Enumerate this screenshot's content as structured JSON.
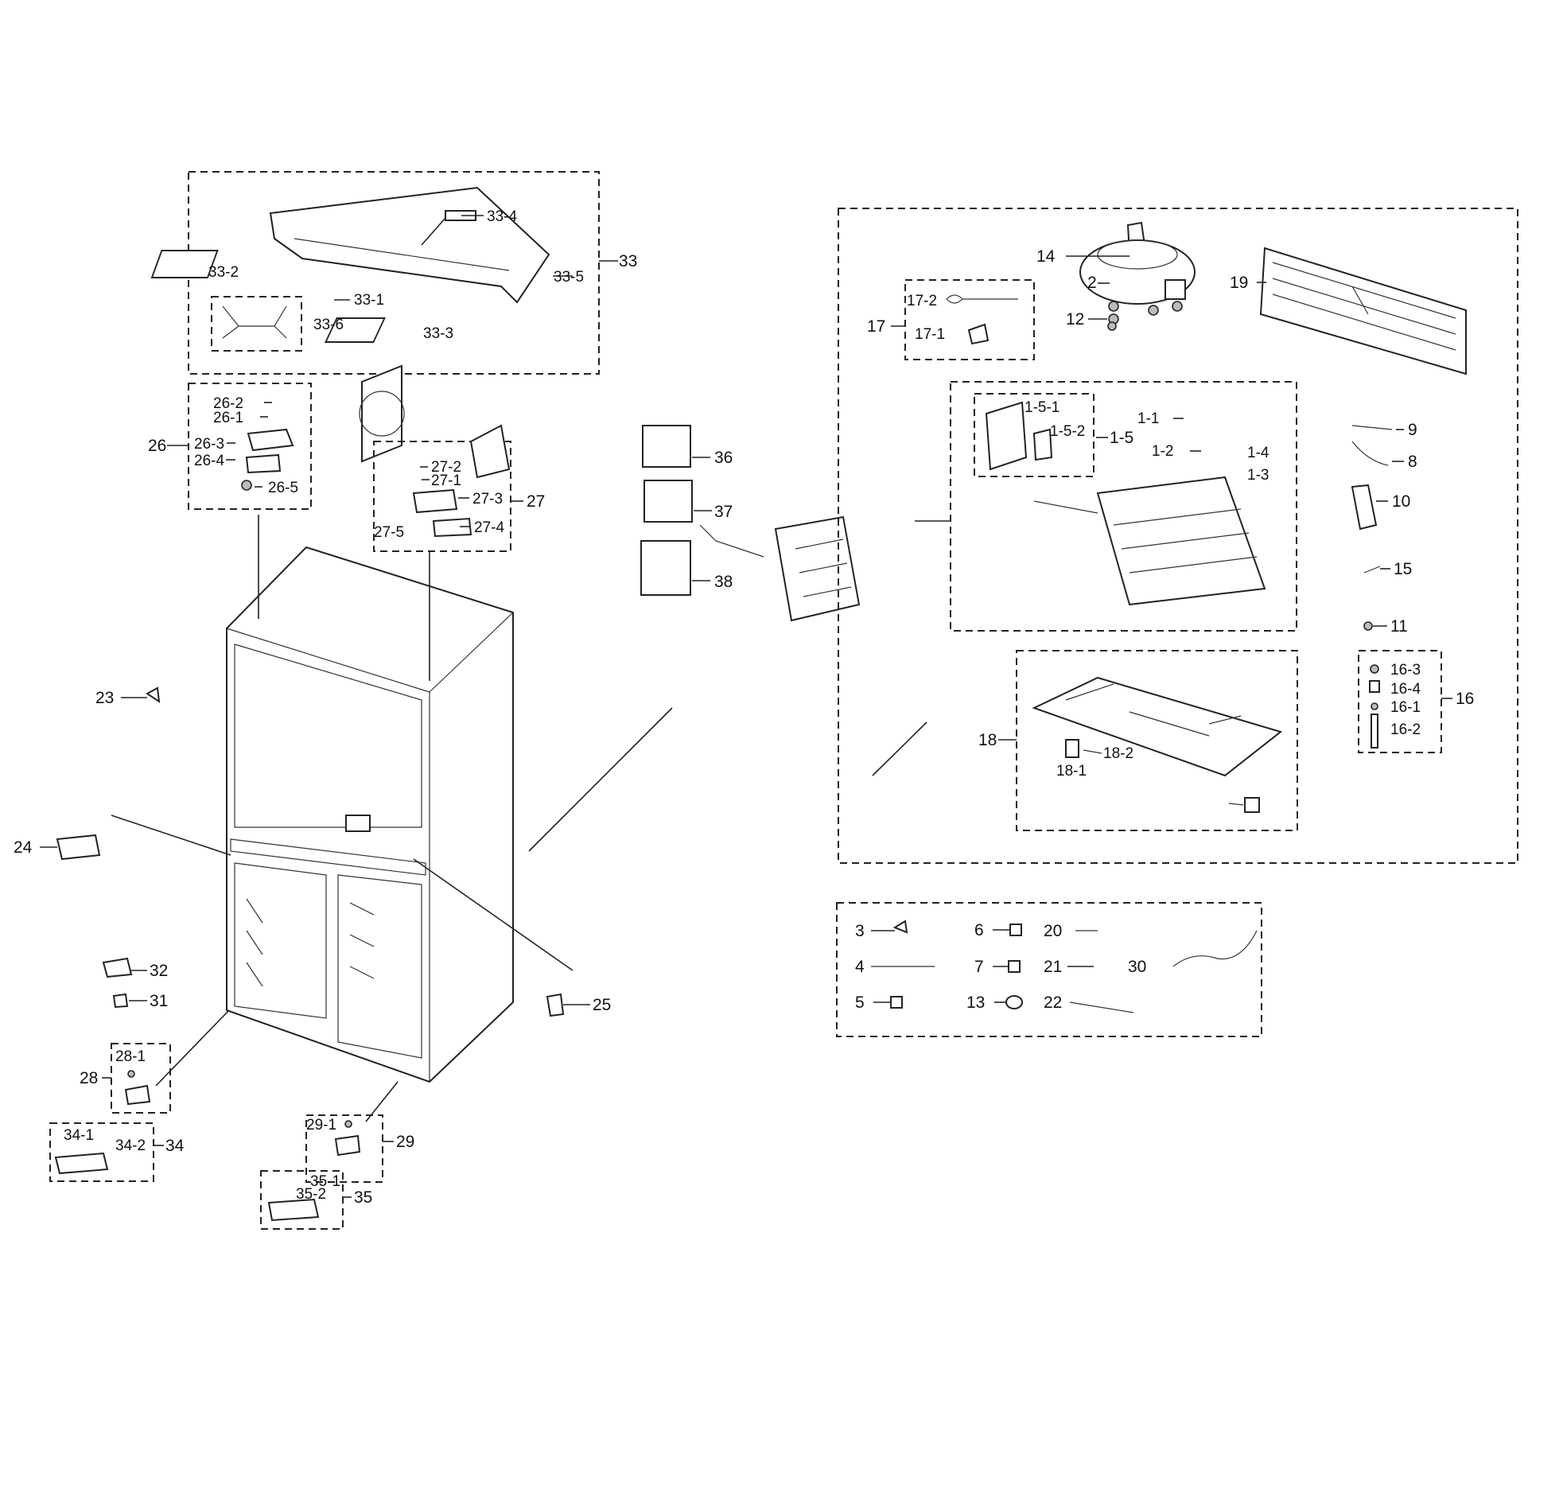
{
  "labels": {
    "l33": "33",
    "l33_1": "33-1",
    "l33_2": "33-2",
    "l33_3": "33-3",
    "l33_4": "33-4",
    "l33_5": "33-5",
    "l33_6": "33-6",
    "l26": "26",
    "l26_1": "26-1",
    "l26_2": "26-2",
    "l26_3": "26-3",
    "l26_4": "26-4",
    "l26_5": "26-5",
    "l27": "27",
    "l27_1": "27-1",
    "l27_2": "27-2",
    "l27_3": "27-3",
    "l27_4": "27-4",
    "l27_5": "27-5",
    "l36": "36",
    "l37": "37",
    "l38": "38",
    "l23": "23",
    "l24": "24",
    "l25": "25",
    "l31": "31",
    "l32": "32",
    "l28": "28",
    "l28_1": "28-1",
    "l29": "29",
    "l29_1": "29-1",
    "l34": "34",
    "l34_1": "34-1",
    "l34_2": "34-2",
    "l35": "35",
    "l35_1": "35-1",
    "l35_2": "35-2",
    "l14": "14",
    "l2": "2",
    "l12": "12",
    "l19": "19",
    "l17": "17",
    "l17_1": "17-1",
    "l17_2": "17-2",
    "l1_1": "1-1",
    "l1_2": "1-2",
    "l1_3": "1-3",
    "l1_4": "1-4",
    "l1_5": "1-5",
    "l1_5_1": "1-5-1",
    "l1_5_2": "1-5-2",
    "l9": "9",
    "l8": "8",
    "l10": "10",
    "l15": "15",
    "l11": "11",
    "l16": "16",
    "l16_1": "16-1",
    "l16_2": "16-2",
    "l16_3": "16-3",
    "l16_4": "16-4",
    "l18": "18",
    "l18_1": "18-1",
    "l18_2": "18-2",
    "l3": "3",
    "l4": "4",
    "l5": "5",
    "l6": "6",
    "l7": "7",
    "l13": "13",
    "l20": "20",
    "l21": "21",
    "l22": "22",
    "l30": "30"
  }
}
